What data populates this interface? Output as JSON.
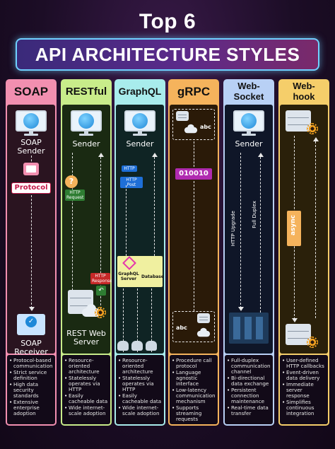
{
  "header": {
    "top_label": "Top 6",
    "banner": "API ARCHITECTURE STYLES"
  },
  "colors": {
    "soap": "#f28fb0",
    "rest": "#c8ec8a",
    "graphql": "#a8ecec",
    "grpc": "#f5b35c",
    "websocket": "#b8d0f5",
    "webhook": "#f5ce6a"
  },
  "columns": {
    "soap": {
      "title": "SOAP",
      "sender": "SOAP Sender",
      "protocol": "Protocol",
      "receiver": "SOAP Receiver",
      "features": [
        "Protocol-based communication",
        "Strict service definition",
        "High data security standards",
        "Extensive enterprise adoption"
      ]
    },
    "rest": {
      "title": "RESTful",
      "sender": "Sender",
      "http_request": "HTTP Request",
      "http_response": "HTTP Response",
      "server": "REST Web Server",
      "features": [
        "Resource-oriented architecture",
        "Statelessly operates via HTTP",
        "Easily cacheable data",
        "Wide internet-scale adoption"
      ]
    },
    "graphql": {
      "title": "GraphQL",
      "sender": "Sender",
      "http": "HTTP",
      "http_post": "HTTP Post",
      "server": "GraphQL Server",
      "database": "Database",
      "features": [
        "Resource-oriented architecture",
        "Statelessly operates via HTTP",
        "Easily cacheable data",
        "Wide internet-scale adoption"
      ]
    },
    "grpc": {
      "title": "gRPC",
      "abc_top": "abc",
      "binary": "010010",
      "abc_bottom": "abc",
      "features": [
        "Procedure call protocol",
        "Language agnostic interface",
        "Low-latency communication mechanism",
        "Supports streaming requests"
      ]
    },
    "websocket": {
      "title": "Web-Socket",
      "sender": "Sender",
      "upgrade": "HTTP Upgrade",
      "duplex": "Full Duplex",
      "features": [
        "Full-duplex communication channel",
        "Bi-directional data exchange",
        "Persistent connection maintenance",
        "Real-time data transfer"
      ]
    },
    "webhook": {
      "title": "Web-hook",
      "async": "async",
      "features": [
        "User-defined HTTP callbacks",
        "Event-driven data delivery",
        "Immediate server response",
        "Simplifies continuous integration"
      ]
    }
  }
}
